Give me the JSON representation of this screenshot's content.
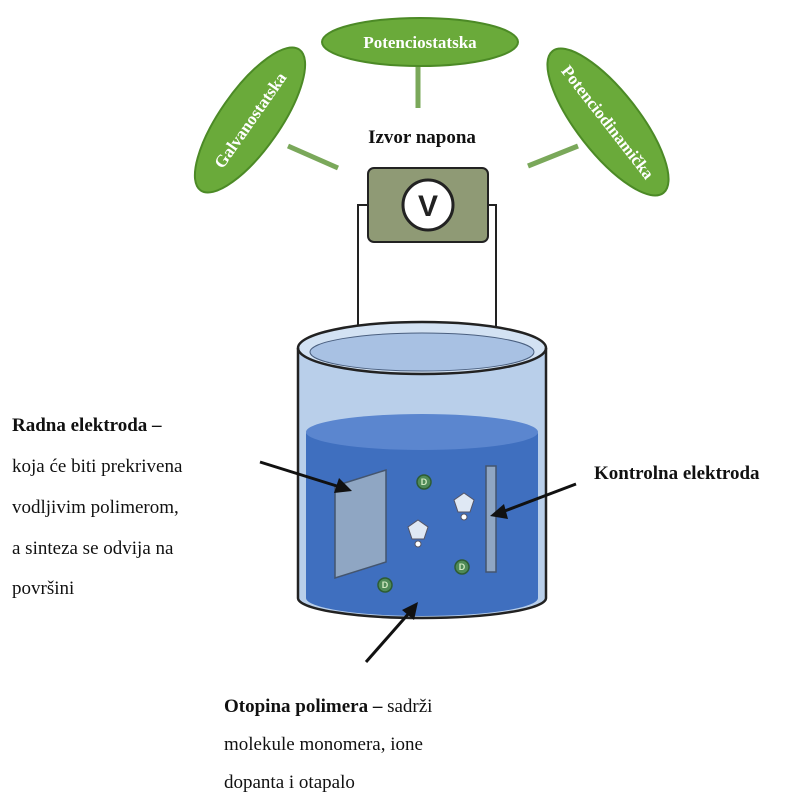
{
  "methods": {
    "left": "Galvanostatska",
    "top": "Potenciostatska",
    "right": "Potenciodinamička"
  },
  "source": {
    "label": "Izvor napona",
    "meter_symbol": "V"
  },
  "working_electrode": {
    "title": "Radna elektroda –",
    "line1": "koja će biti prekrivena",
    "line2": "vodljivim polimerom,",
    "line3": "a sinteza se odvija na",
    "line4": "površini"
  },
  "control_electrode": {
    "title": "Kontrolna elektroda"
  },
  "solution": {
    "title": "Otopina polimera –",
    "title_rest": " sadrži",
    "line2": "molekule monomera, ione",
    "line3": "dopanta i otapalo"
  },
  "particles": {
    "dopant_symbol": "D"
  },
  "colors": {
    "leaf": "#6aaa3a",
    "leaf_stroke": "#4c8a26",
    "meter_box": "#8f9a75",
    "water": "#3f6fbf",
    "glass": "#b9cfea",
    "electrode": "#8fa6c3",
    "dopant": "#4f8a57"
  }
}
